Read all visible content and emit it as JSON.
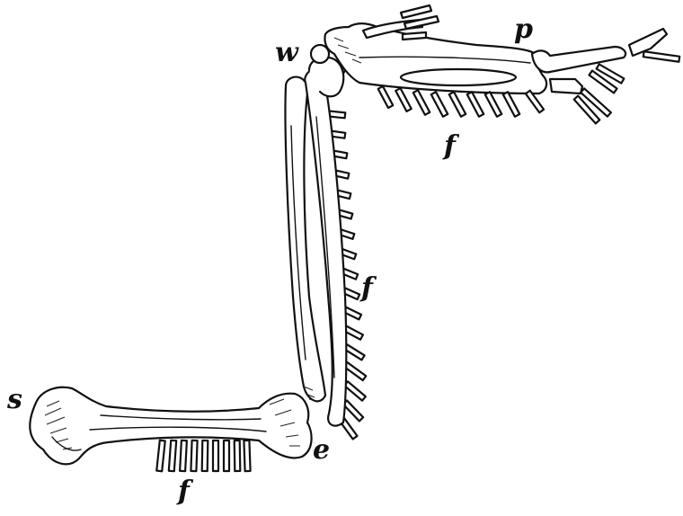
{
  "labels": {
    "shoulder": "s",
    "elbow": "e",
    "wrist": "w",
    "pinion": "p",
    "feathers_humerus": "f",
    "feathers_forearm": "f",
    "feathers_hand": "f"
  },
  "colors": {
    "ink": "#111111",
    "paper": "#ffffff"
  }
}
